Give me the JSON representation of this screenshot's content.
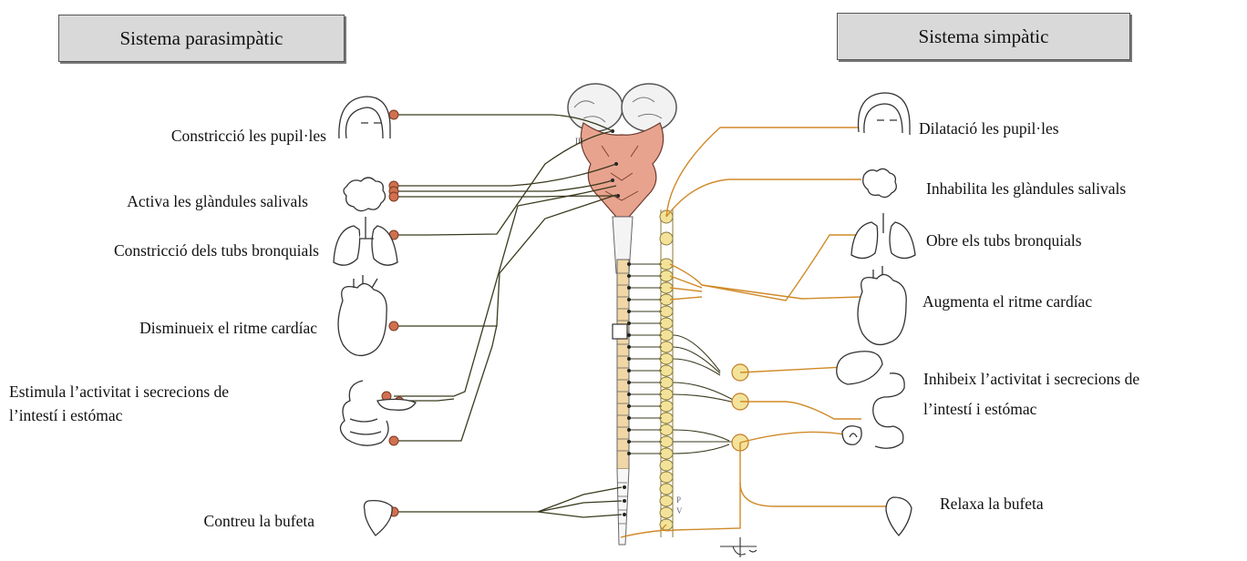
{
  "titles": {
    "left": "Sistema parasimpàtic",
    "right": "Sistema simpàtic"
  },
  "parasympathetic": [
    {
      "label": "Constricció les pupil·les"
    },
    {
      "label": "Activa les glàndules salivals"
    },
    {
      "label": "Constricció dels tubs bronquials"
    },
    {
      "label": "Disminueix el ritme cardíac"
    },
    {
      "label": "Estimula l’activitat i secrecions  de"
    },
    {
      "label": "l’intestí i estómac"
    },
    {
      "label": "Contreu la bufeta"
    }
  ],
  "sympathetic": [
    {
      "label": "Dilatació les pupil·les"
    },
    {
      "label": "Inhabilita les glàndules salivals"
    },
    {
      "label": "Obre els tubs bronquials"
    },
    {
      "label": "Augmenta el ritme cardíac"
    },
    {
      "label": "Inhibeix  l’activitat i secrecions  de"
    },
    {
      "label": "l’intestí i estómac"
    },
    {
      "label": "Relaxa la bufeta"
    }
  ],
  "diagram_text": {
    "cranial_nerve": "III",
    "sacral_a": "P",
    "sacral_b": "V"
  },
  "colors": {
    "parasympathetic_fiber": "#3a3a1e",
    "sympathetic_fiber": "#d08a28",
    "brain": "#e8a38f",
    "spinal_segment": "#f1d7a6",
    "ganglion": "#f3e39a"
  }
}
